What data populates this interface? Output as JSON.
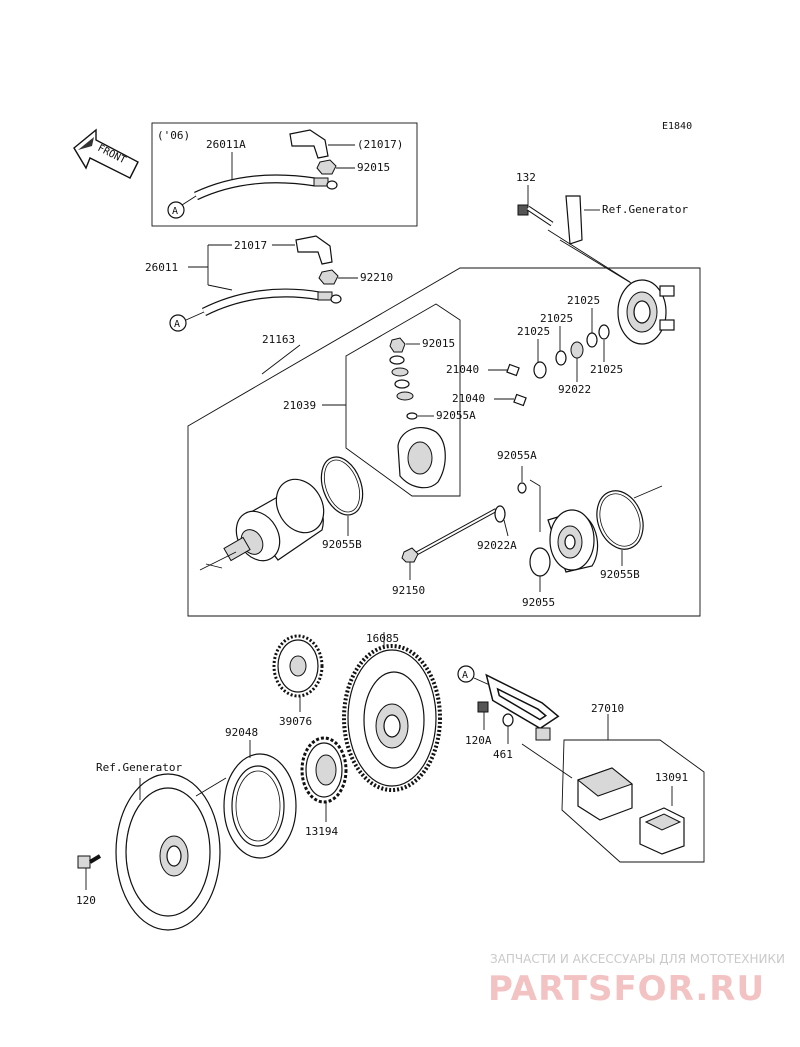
{
  "diagram_code": "E1840",
  "front_label": "FRONT",
  "year_note": "('06)",
  "ref_generator_top": "Ref.Generator",
  "ref_generator_bottom": "Ref.Generator",
  "callout_a": "A",
  "watermark": {
    "tagline": "ЗАПЧАСТИ И АКСЕССУАРЫ ДЛЯ МОТОТЕХНИКИ",
    "site": "PARTSFOR.RU"
  },
  "parts": {
    "p26011A": "26011A",
    "p21017_paren": "(21017)",
    "p92015_top": "92015",
    "p26011": "26011",
    "p21017": "21017",
    "p92210": "92210",
    "p132": "132",
    "p21025_a": "21025",
    "p21025_b": "21025",
    "p21025_c": "21025",
    "p21025_d": "21025",
    "p92022": "92022",
    "p21163": "21163",
    "p92015": "92015",
    "p21040_a": "21040",
    "p21040_b": "21040",
    "p21039": "21039",
    "p92055A_a": "92055A",
    "p92055A_b": "92055A",
    "p92022A": "92022A",
    "p92055B_a": "92055B",
    "p92055B_b": "92055B",
    "p92150": "92150",
    "p92055": "92055",
    "p16085": "16085",
    "p39076": "39076",
    "p92048": "92048",
    "p13194": "13194",
    "p27010": "27010",
    "p120A": "120A",
    "p461": "461",
    "p13091": "13091",
    "p120": "120"
  }
}
